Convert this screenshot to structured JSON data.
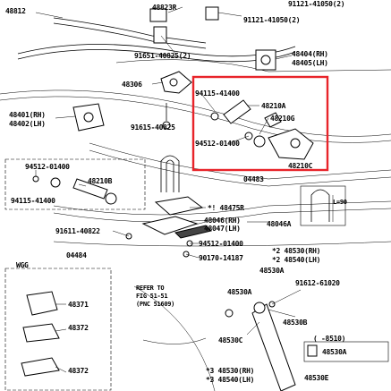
{
  "diagram": {
    "labels": {
      "l48812": "48812",
      "l48823R": "48823R",
      "l91121_top": "91121-41050(2)",
      "l91121_mid": "91121-41050(2)",
      "l91651": "91651-40825(2)",
      "l48404": "48404(RH)",
      "l48405": "48405(LH)",
      "l48306": "48306",
      "l94115_box": "94115-41400",
      "l48210A": "48210A",
      "l48210G": "48210G",
      "l94512_box": "94512-01400",
      "l48210C": "48210C",
      "l48401": "48401(RH)",
      "l48402": "48402(LH)",
      "l91615": "91615-40825",
      "l94512_left": "94512-01400",
      "l48210B": "48210B",
      "l94115_left": "94115-41400",
      "l48483": "04483",
      "l48475R": "*! 48475R",
      "l48046RH": "48046(RH)",
      "l48047LH": "48047(LH)",
      "l48046A": "48046A",
      "l91611": "91611-40822",
      "l94512_mid": "94512-01400",
      "l90170": "90170-14187",
      "l04484": "04484",
      "l48530RH_x2": "*2 48530(RH)",
      "l48540LH_x2": "*2 48540(LH)",
      "l48530A_top": "48530A",
      "l91612": "91612-61020",
      "l48530A_mid": "48530A",
      "l48530B": "48530B",
      "l48530C": "48530C",
      "l8510": "( -8510)",
      "l48530A_box": "48530A",
      "l48530E": "48530E",
      "l48530RH_x3": "*3 48530(RH)",
      "l48540LH_x3": "*3 48540(LH)",
      "wgg": "WGG",
      "l48371": "48371",
      "l48372_a": "48372",
      "l48372_b": "48372",
      "refer1": "REFER TO",
      "refer2": "FIG 51-51",
      "refer3": "(PNC 51609)",
      "lL90": "L=90"
    }
  }
}
